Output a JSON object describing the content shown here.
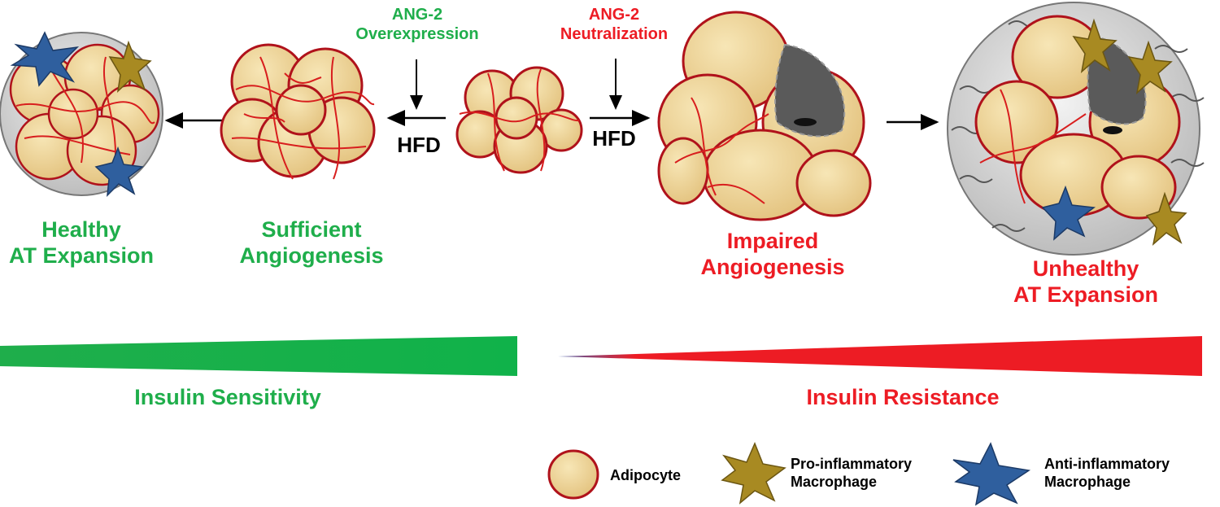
{
  "labels": {
    "ang2_overexpression_line1": "ANG-2",
    "ang2_overexpression_line2": "Overexpression",
    "ang2_neutralization_line1": "ANG-2",
    "ang2_neutralization_line2": "Neutralization",
    "hfd_left": "HFD",
    "hfd_right": "HFD",
    "healthy_line1": "Healthy",
    "healthy_line2": "AT Expansion",
    "sufficient_line1": "Sufficient",
    "sufficient_line2": "Angiogenesis",
    "impaired_line1": "Impaired",
    "impaired_line2": "Angiogenesis",
    "unhealthy_line1": "Unhealthy",
    "unhealthy_line2": "AT Expansion",
    "insulin_sensitivity": "Insulin Sensitivity",
    "insulin_resistance": "Insulin Resistance"
  },
  "legend": {
    "adipocyte": "Adipocyte",
    "pro_line1": "Pro-inflammatory",
    "pro_line2": "Macrophage",
    "anti_line1": "Anti-inflammatory",
    "anti_line2": "Macrophage"
  },
  "colors": {
    "healthy_green": "#1fae4b",
    "unhealthy_red": "#ed1c24",
    "adipocyte_fill": "#ecd193",
    "vessel_red": "#d81e1e",
    "pro_macrophage": "#a88a22",
    "anti_macrophage": "#2f5f9e",
    "hypoxic_gray": "#5a5a5a"
  }
}
